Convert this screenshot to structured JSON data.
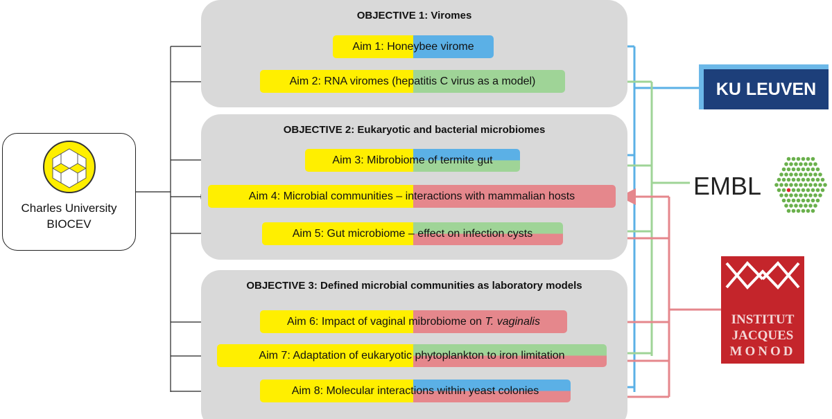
{
  "origin": {
    "name_line1": "Charles University",
    "name_line2": "BIOCEV"
  },
  "objectives": [
    {
      "title": "OBJECTIVE 1: Viromes"
    },
    {
      "title": "OBJECTIVE 2: Eukaryotic and bacterial microbiomes"
    },
    {
      "title": "OBJECTIVE 3: Defined microbial communities as laboratory models"
    }
  ],
  "aims": [
    {
      "label": "Aim 1: Honeybee virome",
      "partners": [
        "KU Leuven"
      ]
    },
    {
      "label": "Aim 2: RNA viromes (hepatitis C virus as a model)",
      "partners": [
        "EMBL"
      ]
    },
    {
      "label": "Aim 3: Mibrobiome of termite gut",
      "partners": [
        "KU Leuven",
        "EMBL"
      ]
    },
    {
      "label": "Aim 4: Microbial communities – interactions with mammalian hosts",
      "partners": [
        "Institut Jacques Monod"
      ]
    },
    {
      "label": "Aim 5: Gut microbiome – effect on infection cysts",
      "partners": [
        "EMBL",
        "Institut Jacques Monod"
      ]
    },
    {
      "label_main": "Aim 6: Impact of vaginal mibrobiome on ",
      "label_italic": "T. vaginalis",
      "partners": [
        "Institut Jacques Monod"
      ]
    },
    {
      "label": "Aim 7: Adaptation of eukaryotic phytoplankton to iron limitation",
      "partners": [
        "EMBL",
        "Institut Jacques Monod"
      ]
    },
    {
      "label": "Aim 8: Molecular interactions within yeast colonies",
      "partners": [
        "KU Leuven",
        "Institut Jacques Monod"
      ]
    }
  ],
  "partners": {
    "ku": {
      "name": "KU LEUVEN",
      "color": "#5bb0e6"
    },
    "embl": {
      "name": "EMBL",
      "color": "#9fd497"
    },
    "ijm": {
      "line1": "INSTITUT",
      "line2": "JACQUES",
      "line3": "MONOD",
      "color": "#e5878c"
    }
  }
}
